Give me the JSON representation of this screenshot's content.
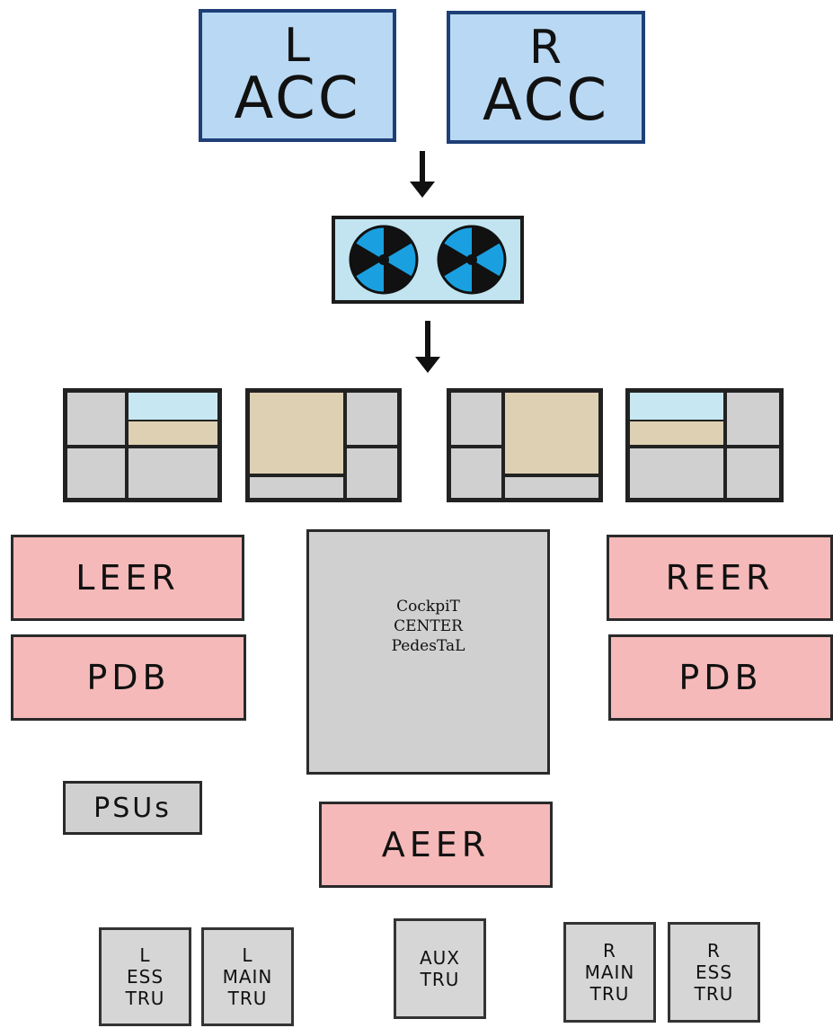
{
  "acc": {
    "left": {
      "line1": "L",
      "line2": "ACC"
    },
    "right": {
      "line1": "R",
      "line2": "ACC"
    }
  },
  "bays": {
    "leer": "LEER",
    "left_pdb": "PDB",
    "reer": "REER",
    "right_pdb": "PDB",
    "pedestal": {
      "line1": "CockpiT",
      "line2": "CENTER",
      "line3": "PedesTaL"
    },
    "psus": "PSUs",
    "aeer": "AEER"
  },
  "trus": [
    {
      "line1": "L",
      "line2": "ESS",
      "line3": "TRU"
    },
    {
      "line1": "L",
      "line2": "MAIN",
      "line3": "TRU"
    },
    {
      "line1": "AUX",
      "line2": "TRU"
    },
    {
      "line1": "R",
      "line2": "MAIN",
      "line3": "TRU"
    },
    {
      "line1": "R",
      "line2": "ESS",
      "line3": "TRU"
    }
  ],
  "colors": {
    "acc_fill": "#b9d8f3",
    "acc_border": "#1f3f78",
    "bay_fill": "#f5b9b9",
    "gray_fill": "#d0d0d0",
    "tan_fill": "#ddd0b3",
    "sky_fill": "#c7e7f2",
    "fan_blade": "#1aa0e0"
  }
}
